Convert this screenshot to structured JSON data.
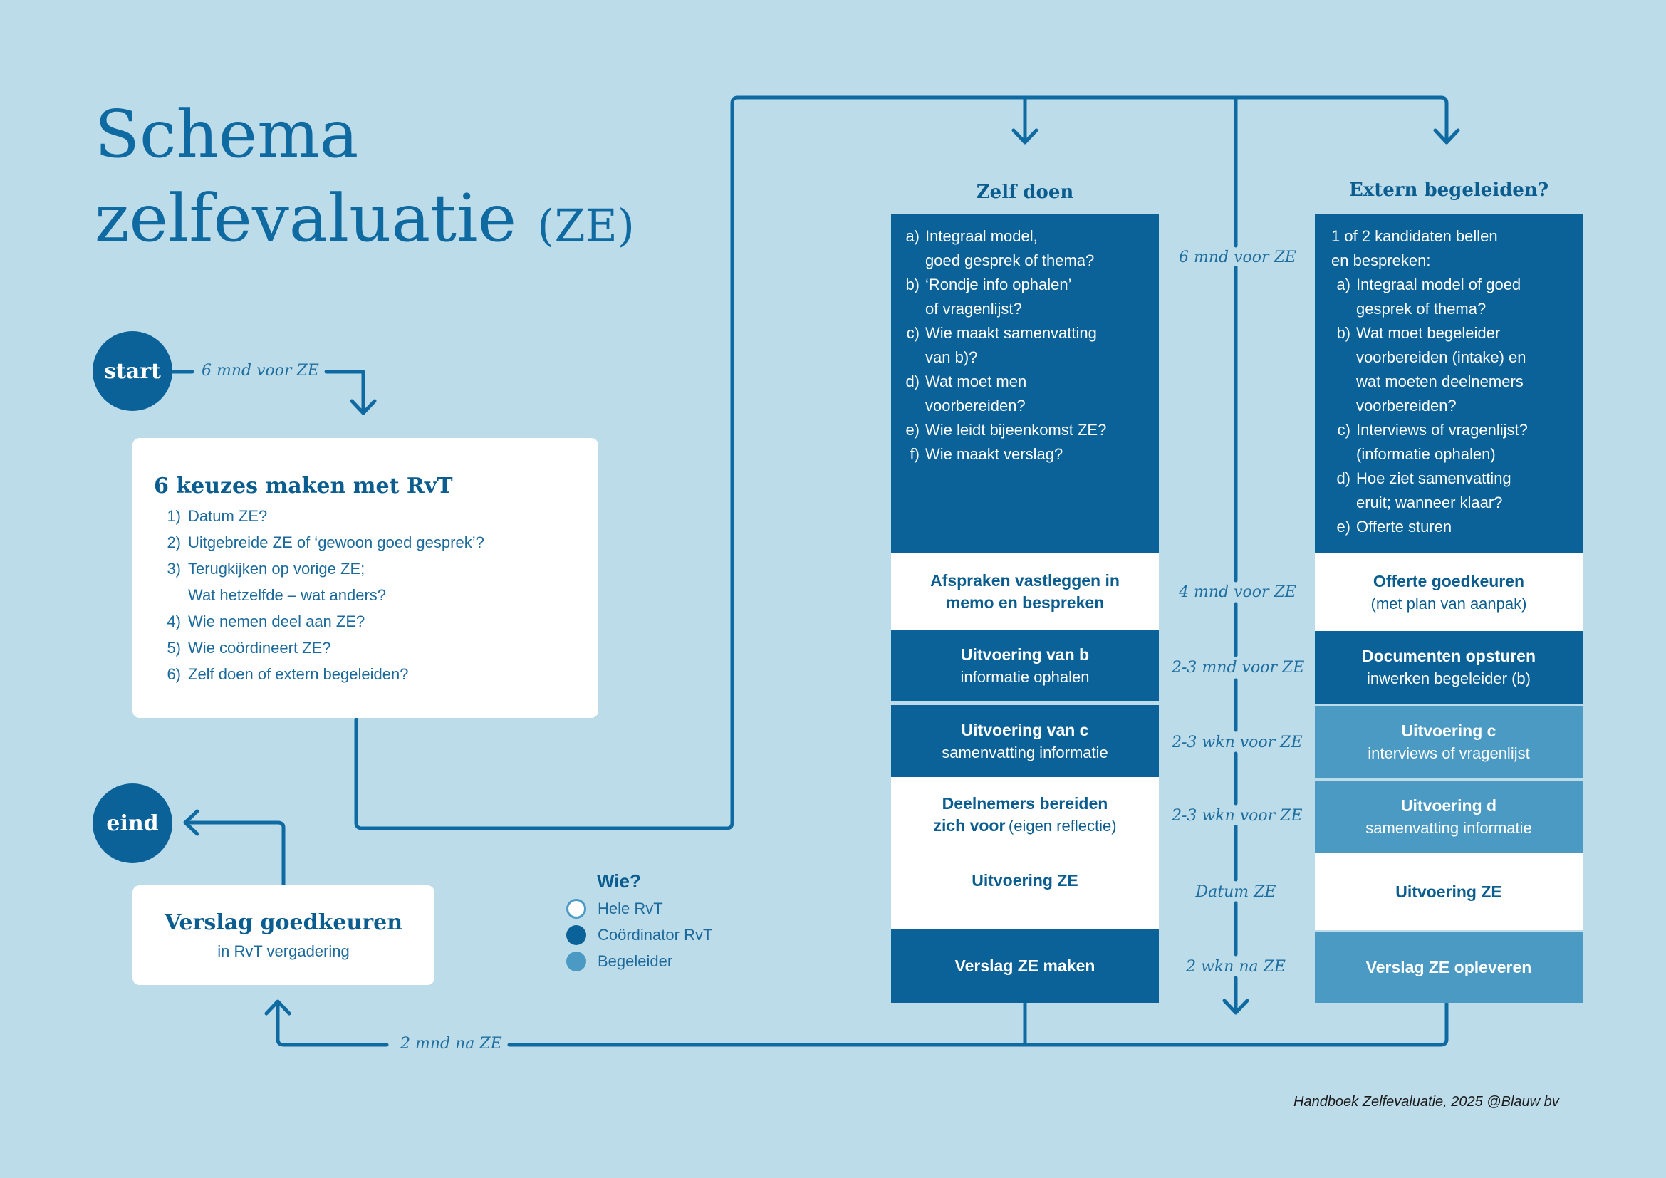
{
  "title": {
    "line1": "Schema",
    "line2": "zelfevaluatie",
    "suffix": "(ZE)"
  },
  "start": {
    "label": "start",
    "time": "6 mnd voor ZE"
  },
  "end": {
    "label": "eind"
  },
  "choices": {
    "heading": "6 keuzes maken met RvT",
    "items": [
      {
        "n": "1)",
        "text": "Datum ZE?"
      },
      {
        "n": "2)",
        "text": "Uitgebreide ZE of ‘gewoon goed gesprek’?"
      },
      {
        "n": "3)",
        "text": "Terugkijken op vorige ZE;",
        "cont": "Wat hetzelfde – wat anders?"
      },
      {
        "n": "4)",
        "text": "Wie nemen deel aan ZE?"
      },
      {
        "n": "5)",
        "text": "Wie coördineert ZE?"
      },
      {
        "n": "6)",
        "text": "Zelf doen of extern begeleiden?"
      }
    ]
  },
  "report": {
    "title": "Verslag goedkeuren",
    "sub": "in RvT vergadering"
  },
  "bottom_time": "2 mnd na ZE",
  "legend": {
    "title": "Wie?",
    "items": [
      {
        "label": "Hele RvT",
        "color": "#ffffff"
      },
      {
        "label": "Coördinator RvT",
        "color": "#0a6298"
      },
      {
        "label": "Begeleider",
        "color": "#4b9ac4"
      }
    ]
  },
  "zelf": {
    "heading": "Zelf doen",
    "questions": [
      {
        "k": "a)",
        "lines": [
          "Integraal model,",
          "goed gesprek of thema?"
        ]
      },
      {
        "k": "b)",
        "lines": [
          "‘Rondje info ophalen’",
          "of vragenlijst?"
        ]
      },
      {
        "k": "c)",
        "lines": [
          "Wie maakt samenvatting",
          "van b)?"
        ]
      },
      {
        "k": "d)",
        "lines": [
          "Wat moet men",
          "voorbereiden?"
        ]
      },
      {
        "k": "e)",
        "lines": [
          "Wie leidt bijeenkomst ZE?"
        ]
      },
      {
        "k": "f)",
        "lines": [
          "Wie maakt verslag?"
        ]
      }
    ],
    "steps": [
      {
        "bold": "Afspraken vastleggen in",
        "bold2": "memo en bespreken",
        "reg": ""
      },
      {
        "bold": "Uitvoering van b",
        "reg": "informatie ophalen"
      },
      {
        "bold": "Uitvoering van c",
        "reg": "samenvatting informatie"
      },
      {
        "bold": "Deelnemers bereiden",
        "bold2": "zich voor",
        "reg2": "(eigen reflectie)"
      },
      {
        "bold": "Uitvoering ZE",
        "reg": ""
      },
      {
        "bold": "Verslag ZE maken",
        "reg": ""
      }
    ]
  },
  "extern": {
    "heading": "Extern begeleiden?",
    "intro": [
      "1 of 2 kandidaten bellen",
      "en bespreken:"
    ],
    "questions": [
      {
        "k": "a)",
        "lines": [
          "Integraal model of goed",
          "gesprek of thema?"
        ]
      },
      {
        "k": "b)",
        "lines": [
          "Wat moet begeleider",
          "voorbereiden (intake) en",
          "wat moeten deelnemers",
          "voorbereiden?"
        ]
      },
      {
        "k": "c)",
        "lines": [
          "Interviews of vragenlijst?",
          "(informatie ophalen)"
        ]
      },
      {
        "k": "d)",
        "lines": [
          "Hoe ziet samenvatting",
          "eruit; wanneer klaar?"
        ]
      },
      {
        "k": "e)",
        "lines": [
          "Offerte sturen"
        ]
      }
    ],
    "steps": [
      {
        "bold": "Offerte goedkeuren",
        "reg": "(met plan van aanpak)"
      },
      {
        "bold": "Documenten opsturen",
        "reg": "inwerken begeleider (b)"
      },
      {
        "bold": "Uitvoering c",
        "reg": "interviews of vragenlijst"
      },
      {
        "bold": "Uitvoering d",
        "reg": "samenvatting informatie"
      },
      {
        "bold": "Uitvoering ZE",
        "reg": ""
      },
      {
        "bold": "Verslag ZE opleveren",
        "reg": ""
      }
    ]
  },
  "timeline": [
    "6 mnd voor ZE",
    "4 mnd voor ZE",
    "2-3 mnd voor ZE",
    "2-3 wkn voor ZE",
    "2-3 wkn voor ZE",
    "Datum ZE",
    "2 wkn na ZE"
  ],
  "footer": "Handboek Zelfevaluatie, 2025 @Blauw bv"
}
